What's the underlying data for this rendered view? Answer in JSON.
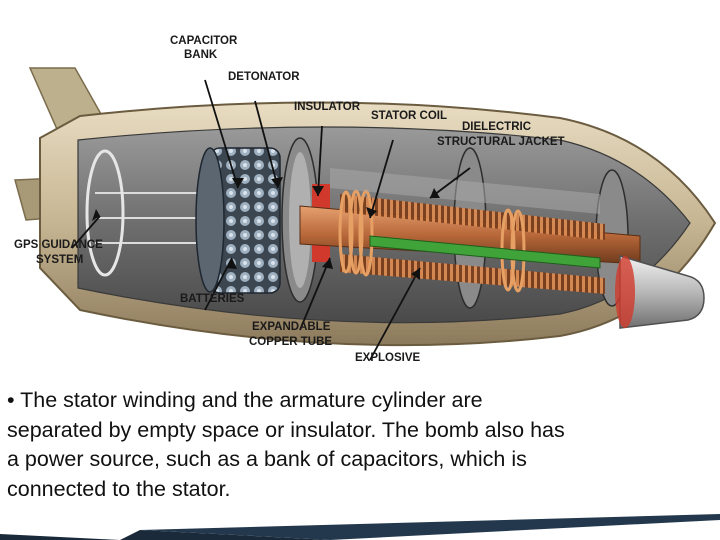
{
  "diagram": {
    "labels": {
      "capacitor_bank": [
        "CAPACITOR",
        "BANK"
      ],
      "detonator": "DETONATOR",
      "insulator": "INSULATOR",
      "stator_coil": "STATOR COIL",
      "dielectric_jacket": [
        "DIELECTRIC",
        "STRUCTURAL JACKET"
      ],
      "gps_guidance": [
        "GPS GUIDANCE",
        "SYSTEM"
      ],
      "batteries": "BATTERIES",
      "copper_tube": [
        "EXPANDABLE",
        "COPPER TUBE"
      ],
      "explosive": "EXPLOSIVE"
    }
  },
  "text": {
    "bullet_char": "•",
    "bullet": "The stator winding and the armature cylinder are separated by empty space or insulator. The bomb also has a power source, such as a bank of capacitors, which is connected to the stator."
  },
  "colors": {
    "copper": "#b8683a",
    "casing": "#c9b99a",
    "explosive_green": "#3fa33a",
    "insulator_red": "#d0392b"
  }
}
